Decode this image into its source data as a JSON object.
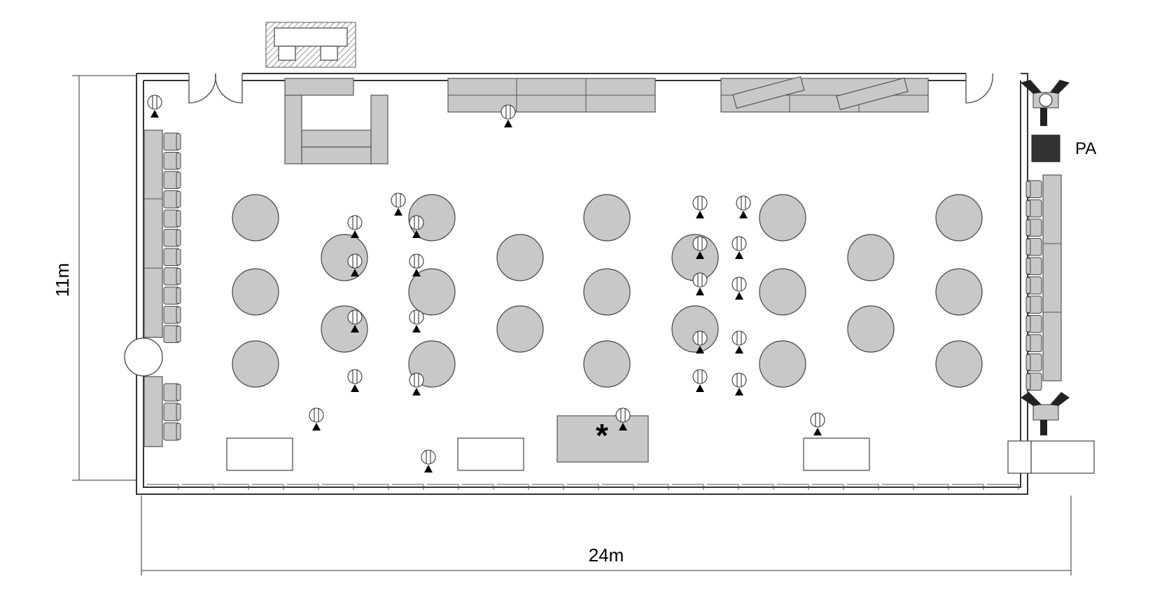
{
  "labels": {
    "pa": "PA",
    "width": "24m",
    "height": "11m"
  },
  "colors": {
    "furniture_fill": "#c8c8c8",
    "pa_speaker": "#333333",
    "wall": "#333333"
  },
  "icons": {
    "microphone": "mic-stand-icon",
    "stage_marker": "asterisk-icon",
    "pa_speaker": "speaker-box-icon",
    "column": "round-column-icon",
    "camera": "camera-tripod-icon"
  }
}
